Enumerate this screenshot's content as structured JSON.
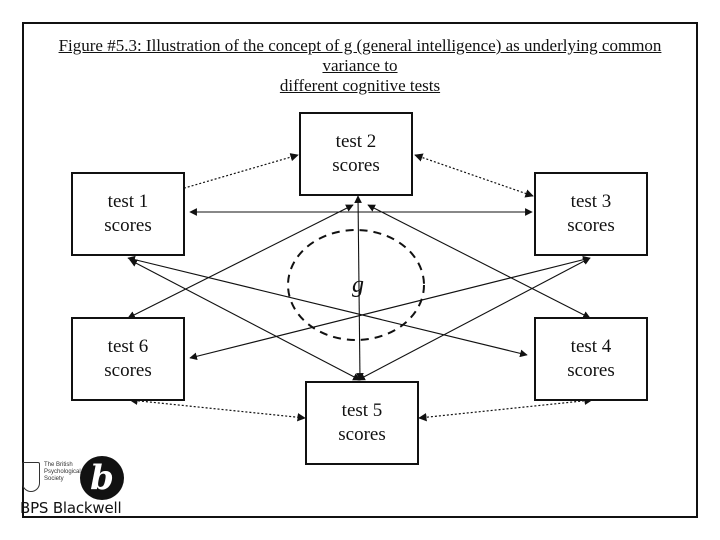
{
  "caption": {
    "line1": "Figure #5.3: Illustration of the concept of g (general intelligence) as underlying common variance to",
    "line2": "different cognitive tests"
  },
  "nodes": {
    "test1": {
      "line1": "test 1",
      "line2": "scores"
    },
    "test2": {
      "line1": "test 2",
      "line2": "scores"
    },
    "test3": {
      "line1": "test 3",
      "line2": "scores"
    },
    "test4": {
      "line1": "test 4",
      "line2": "scores"
    },
    "test5": {
      "line1": "test 5",
      "line2": "scores"
    },
    "test6": {
      "line1": "test 6",
      "line2": "scores"
    },
    "g": "g"
  },
  "logo": {
    "society_text": "The British Psychological Society",
    "publisher_mark": "b",
    "brand": "BPS Blackwell"
  }
}
